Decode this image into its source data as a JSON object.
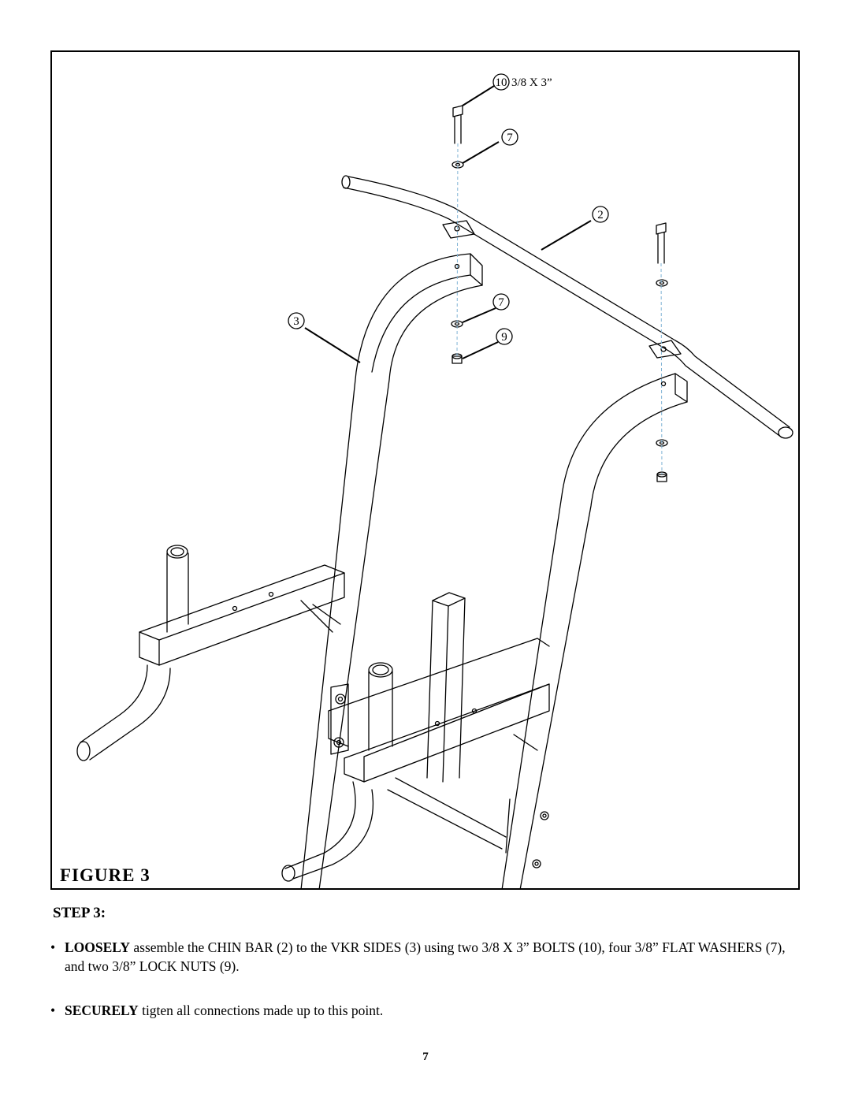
{
  "figure": {
    "caption": "FIGURE  3",
    "callouts": {
      "bolt_top": "10",
      "bolt_spec": "3/8 X 3”",
      "washer_top": "7",
      "chin_bar": "2",
      "vkr_side": "3",
      "washer_bottom": "7",
      "lock_nut": "9"
    }
  },
  "step": {
    "heading": "STEP 3:",
    "bullets": [
      {
        "mark": "•",
        "emphasis": "LOOSELY",
        "text": " assemble the CHIN BAR (2) to the VKR SIDES (3) using two 3/8 X 3” BOLTS (10), four 3/8” FLAT WASHERS (7), and two 3/8” LOCK NUTS (9)."
      },
      {
        "mark": "•",
        "emphasis": "SECURELY",
        "text": " tigten all connections made up to this point."
      }
    ]
  },
  "page_number": "7"
}
